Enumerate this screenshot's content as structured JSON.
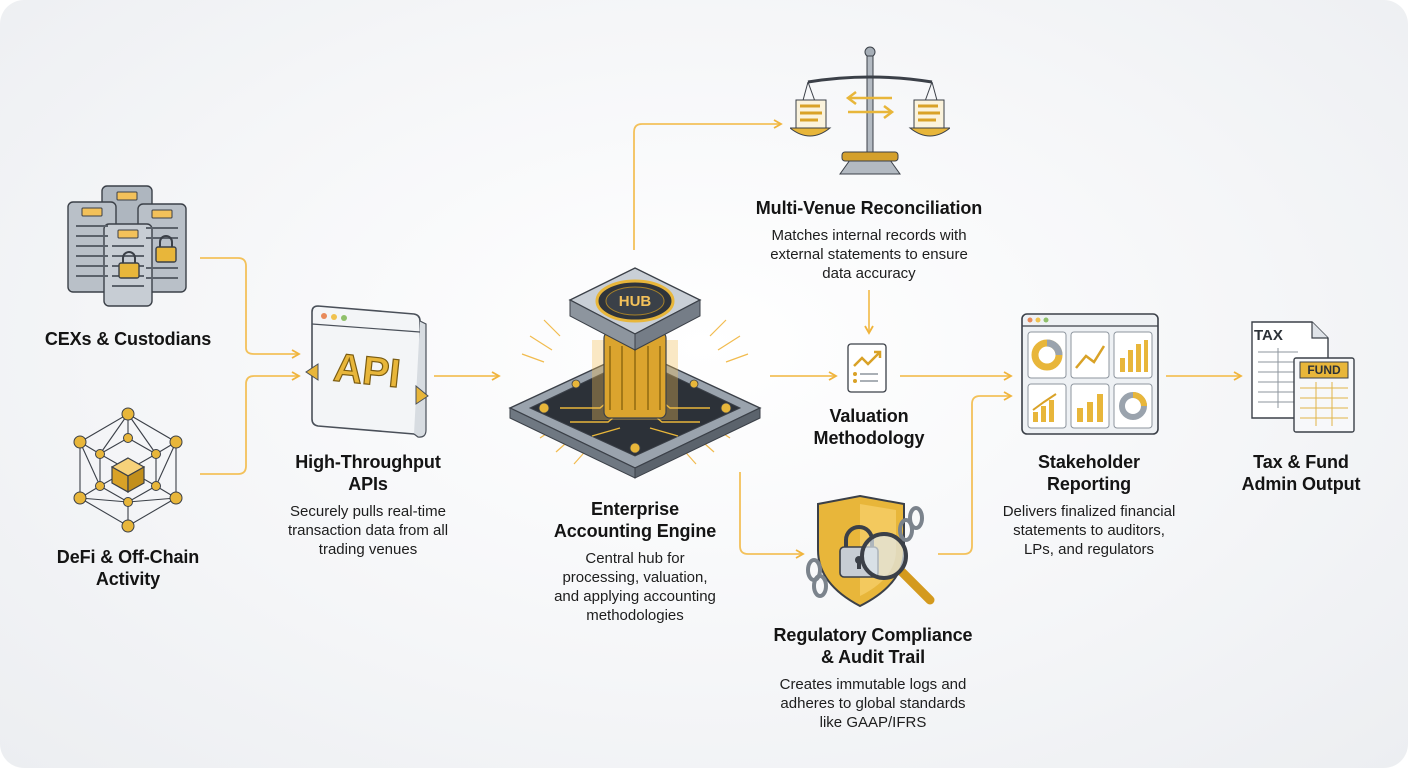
{
  "nodes": {
    "cex": {
      "title": "CEXs & Custodians"
    },
    "defi": {
      "title_line1": "DeFi & Off-Chain",
      "title_line2": "Activity"
    },
    "api": {
      "badge": "API",
      "title_line1": "High-Throughput",
      "title_line2": "APIs",
      "desc_line1": "Securely pulls real-time",
      "desc_line2": "transaction data from all",
      "desc_line3": "trading venues"
    },
    "engine": {
      "badge": "HUB",
      "title_line1": "Enterprise",
      "title_line2": "Accounting Engine",
      "desc_line1": "Central hub for",
      "desc_line2": "processing, valuation,",
      "desc_line3": "and applying accounting",
      "desc_line4": "methodologies"
    },
    "recon": {
      "title": "Multi-Venue Reconciliation",
      "desc_line1": "Matches internal records with",
      "desc_line2": "external statements to ensure",
      "desc_line3": "data accuracy"
    },
    "valuation": {
      "title_line1": "Valuation",
      "title_line2": "Methodology"
    },
    "compliance": {
      "title_line1": "Regulatory Compliance",
      "title_line2": "& Audit Trail",
      "desc_line1": "Creates immutable logs and",
      "desc_line2": "adheres to global standards",
      "desc_line3": "like GAAP/IFRS"
    },
    "reporting": {
      "title_line1": "Stakeholder",
      "title_line2": "Reporting",
      "desc_line1": "Delivers finalized financial",
      "desc_line2": "statements to auditors,",
      "desc_line3": "LPs, and regulators"
    },
    "output": {
      "doc1": "TAX",
      "doc2": "FUND",
      "title_line1": "Tax & Fund",
      "title_line2": "Admin Output"
    }
  },
  "colors": {
    "accent": "#f0b43c",
    "gold": "#e8b63a",
    "steel": "#9aa3ad",
    "dark": "#141414"
  }
}
